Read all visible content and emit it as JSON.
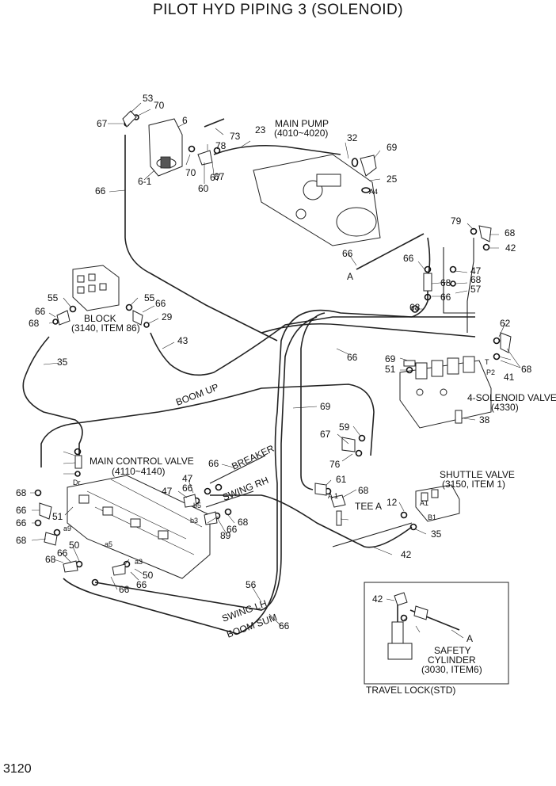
{
  "title": "PILOT HYD PIPING 3 (SOLENOID)",
  "page_number": "3120",
  "components": {
    "main_pump": "MAIN PUMP",
    "main_pump_serial": "(4010~4020)",
    "block": "BLOCK",
    "block_ref": "(3140, ITEM 86)",
    "solenoid_valve": "4-SOLENOID VALVE",
    "solenoid_valve_ref": "(4330)",
    "main_control_valve": "MAIN CONTROL VALVE",
    "main_control_valve_ref": "(4110~4140)",
    "shuttle_valve": "SHUTTLE VALVE",
    "shuttle_valve_ref": "(3150, ITEM 1)",
    "tee": "TEE A",
    "safety_cylinder": "SAFETY",
    "safety_cylinder_2": "CYLINDER",
    "safety_cylinder_ref": "(3030, ITEM6)",
    "travel_lock": "TRAVEL LOCK(STD)"
  },
  "line_labels": {
    "boom_up": "BOOM UP",
    "breaker": "BREAKER",
    "swing_rh": "SWING RH",
    "swing_lh": "SWING  LH",
    "boom_sum": "BOOM SUM",
    "letter_a": "A",
    "letter_a2": "A"
  },
  "port_labels": {
    "a4": "A4",
    "a1": "A1",
    "b1": "B1",
    "a1_tee": "A 1",
    "t": "T",
    "p2": "P2",
    "dr": "Dr",
    "b5": "b5",
    "b3": "b3",
    "a5": "a5",
    "a3": "a3",
    "a9": "a9"
  },
  "callouts": [
    "53",
    "70",
    "67",
    "6",
    "73",
    "23",
    "78",
    "67",
    "70",
    "6-1",
    "60",
    "67",
    "32",
    "69",
    "25",
    "66",
    "79",
    "68",
    "42",
    "66",
    "66",
    "47",
    "68",
    "57",
    "68",
    "66",
    "68",
    "55",
    "66",
    "68",
    "55",
    "66",
    "29",
    "43",
    "66",
    "62",
    "69",
    "51",
    "68",
    "41",
    "35",
    "69",
    "59",
    "67",
    "76",
    "38",
    "66",
    "61",
    "68",
    "47",
    "66",
    "47",
    "68",
    "66",
    "89",
    "68",
    "66",
    "51",
    "66",
    "68",
    "50",
    "66",
    "68",
    "50",
    "66",
    "66",
    "12",
    "35",
    "42",
    "56",
    "66",
    "42"
  ]
}
